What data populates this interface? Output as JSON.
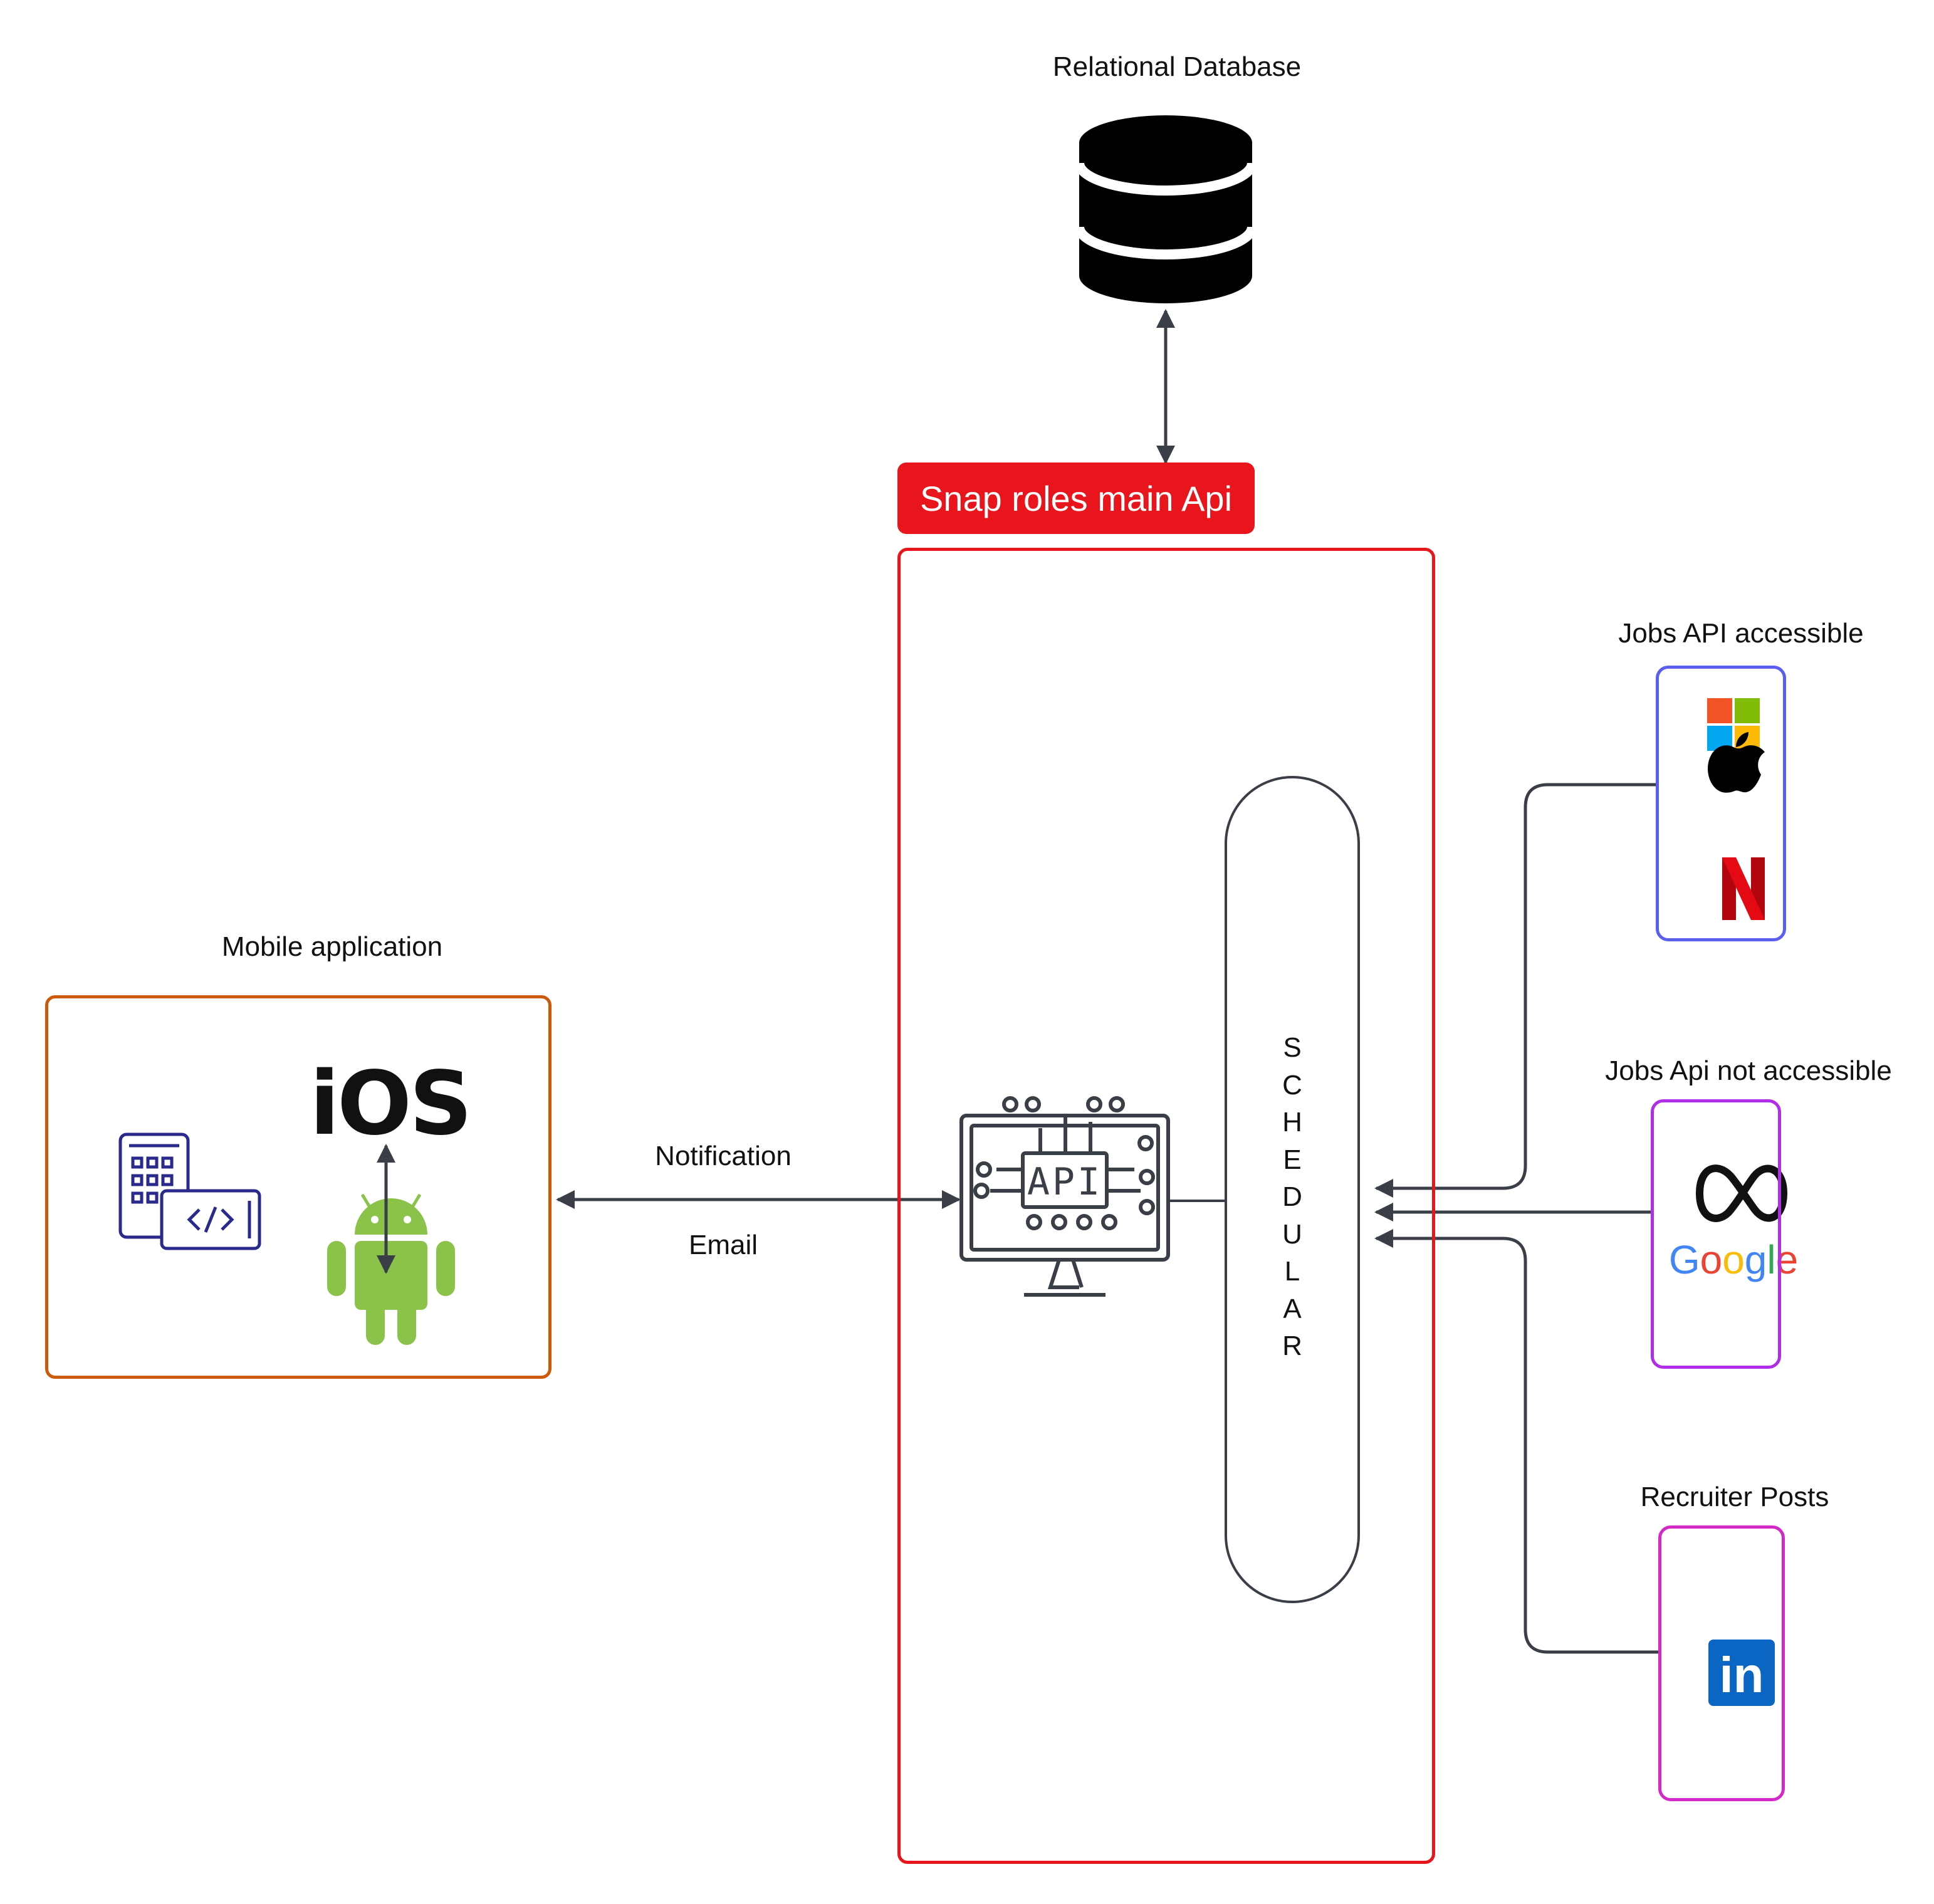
{
  "database": {
    "label": "Relational Database",
    "icon": "database-icon"
  },
  "main_api": {
    "title": "Snap roles main Api",
    "border_color": "#e8161c",
    "api_icon_text": "API"
  },
  "scheduler": {
    "label": "SCHEDULAR"
  },
  "mobile": {
    "label": "Mobile application",
    "ios_text": "iOS",
    "border_color": "#cc5a0a"
  },
  "connection": {
    "notification_label": "Notification",
    "email_label": "Email"
  },
  "sources": [
    {
      "label": "Jobs API accessible",
      "border_color": "#5b5ff0",
      "logos": [
        "microsoft-logo-icon",
        "apple-logo-icon",
        "netflix-logo-icon"
      ]
    },
    {
      "label": "Jobs Api not accessible",
      "border_color": "#b02ee8",
      "logos": [
        "meta-logo-icon",
        "google-logo-icon"
      ],
      "google_text": "Google"
    },
    {
      "label": "Recruiter Posts",
      "border_color": "#d428c8",
      "logos": [
        "linkedin-logo-icon"
      ],
      "linkedin_text": "in"
    }
  ]
}
